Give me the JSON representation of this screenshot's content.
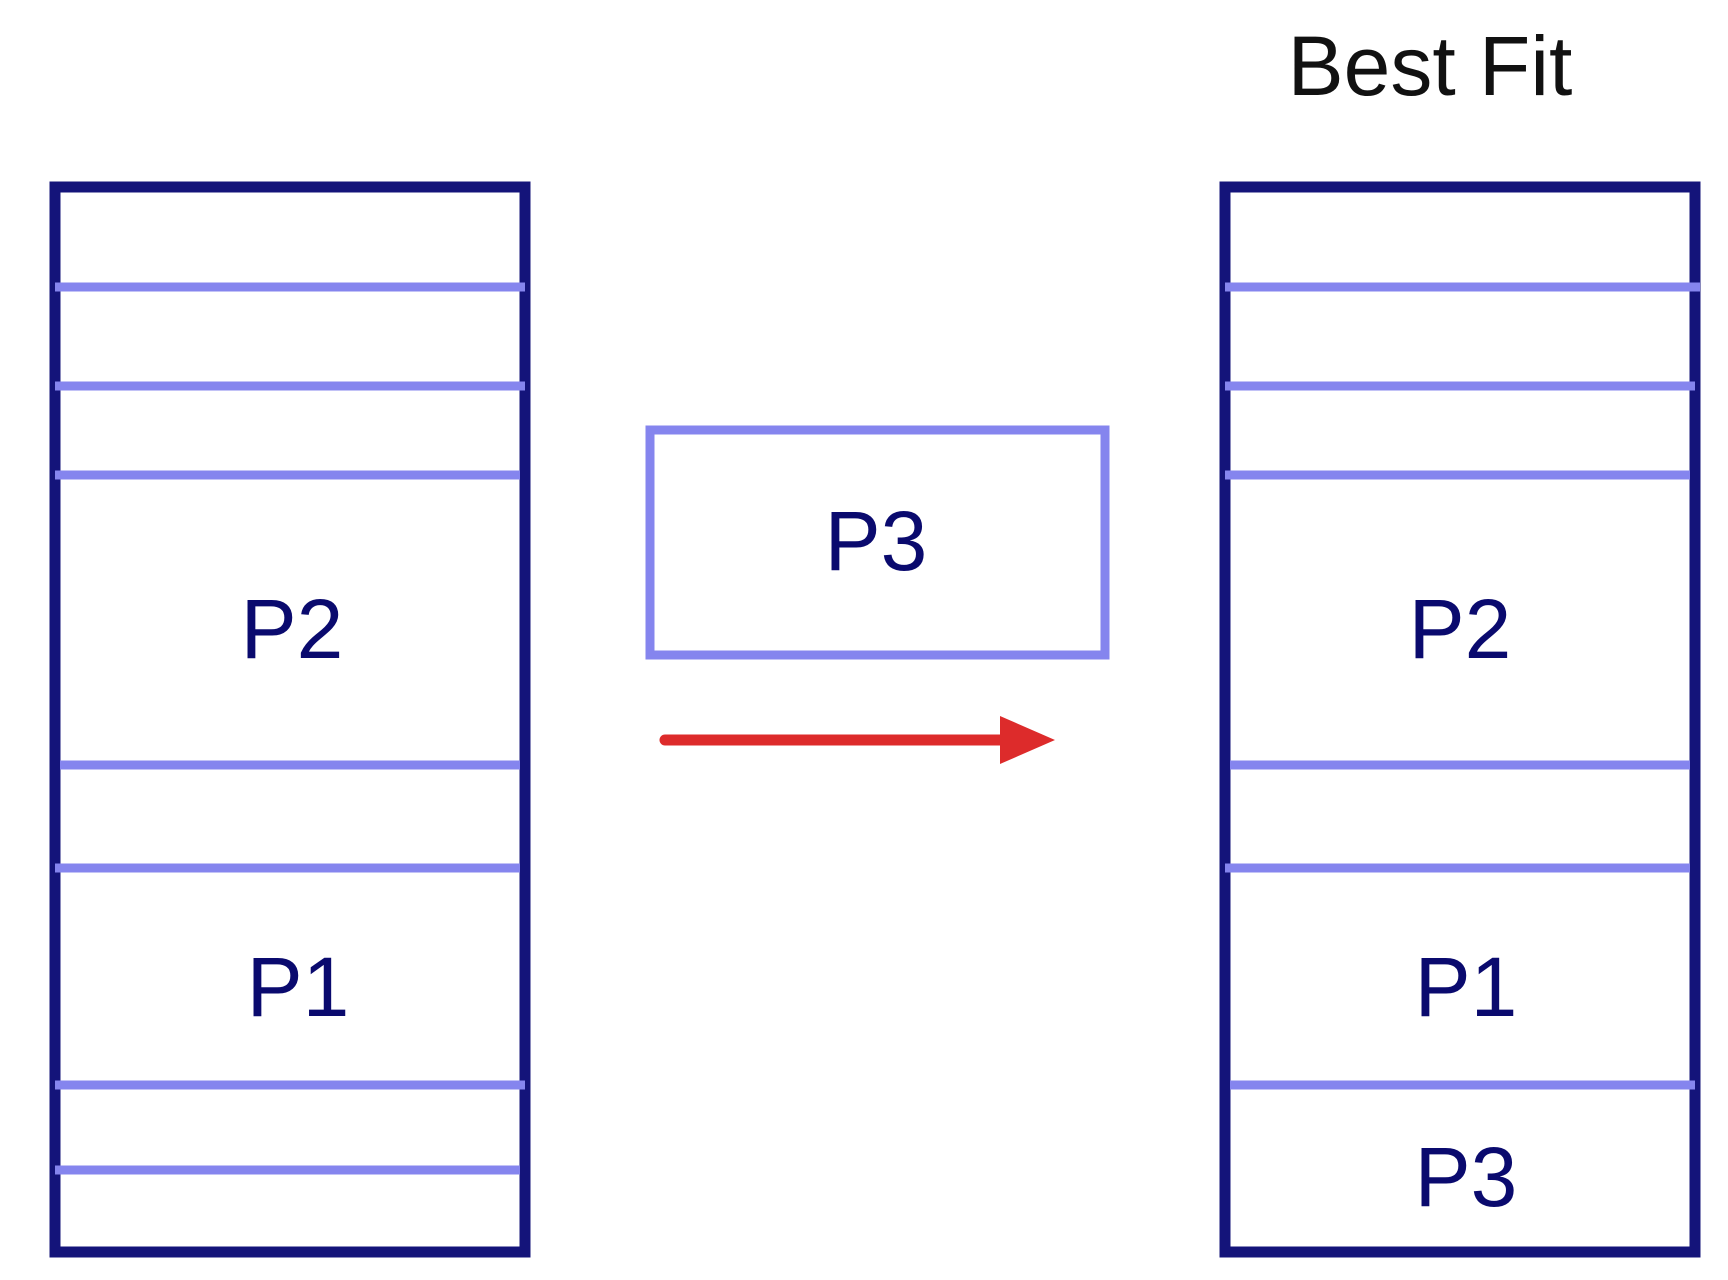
{
  "title": "Best Fit",
  "left_memory": {
    "labels": [
      "P2",
      "P1"
    ]
  },
  "incoming_process": {
    "label": "P3"
  },
  "right_memory": {
    "labels": [
      "P2",
      "P1",
      "P3"
    ]
  },
  "colors": {
    "outline": "#14147a",
    "partition_line": "#8585ee",
    "label": "#0a0a6e",
    "arrow": "#dd2b2b",
    "title": "#111111"
  }
}
